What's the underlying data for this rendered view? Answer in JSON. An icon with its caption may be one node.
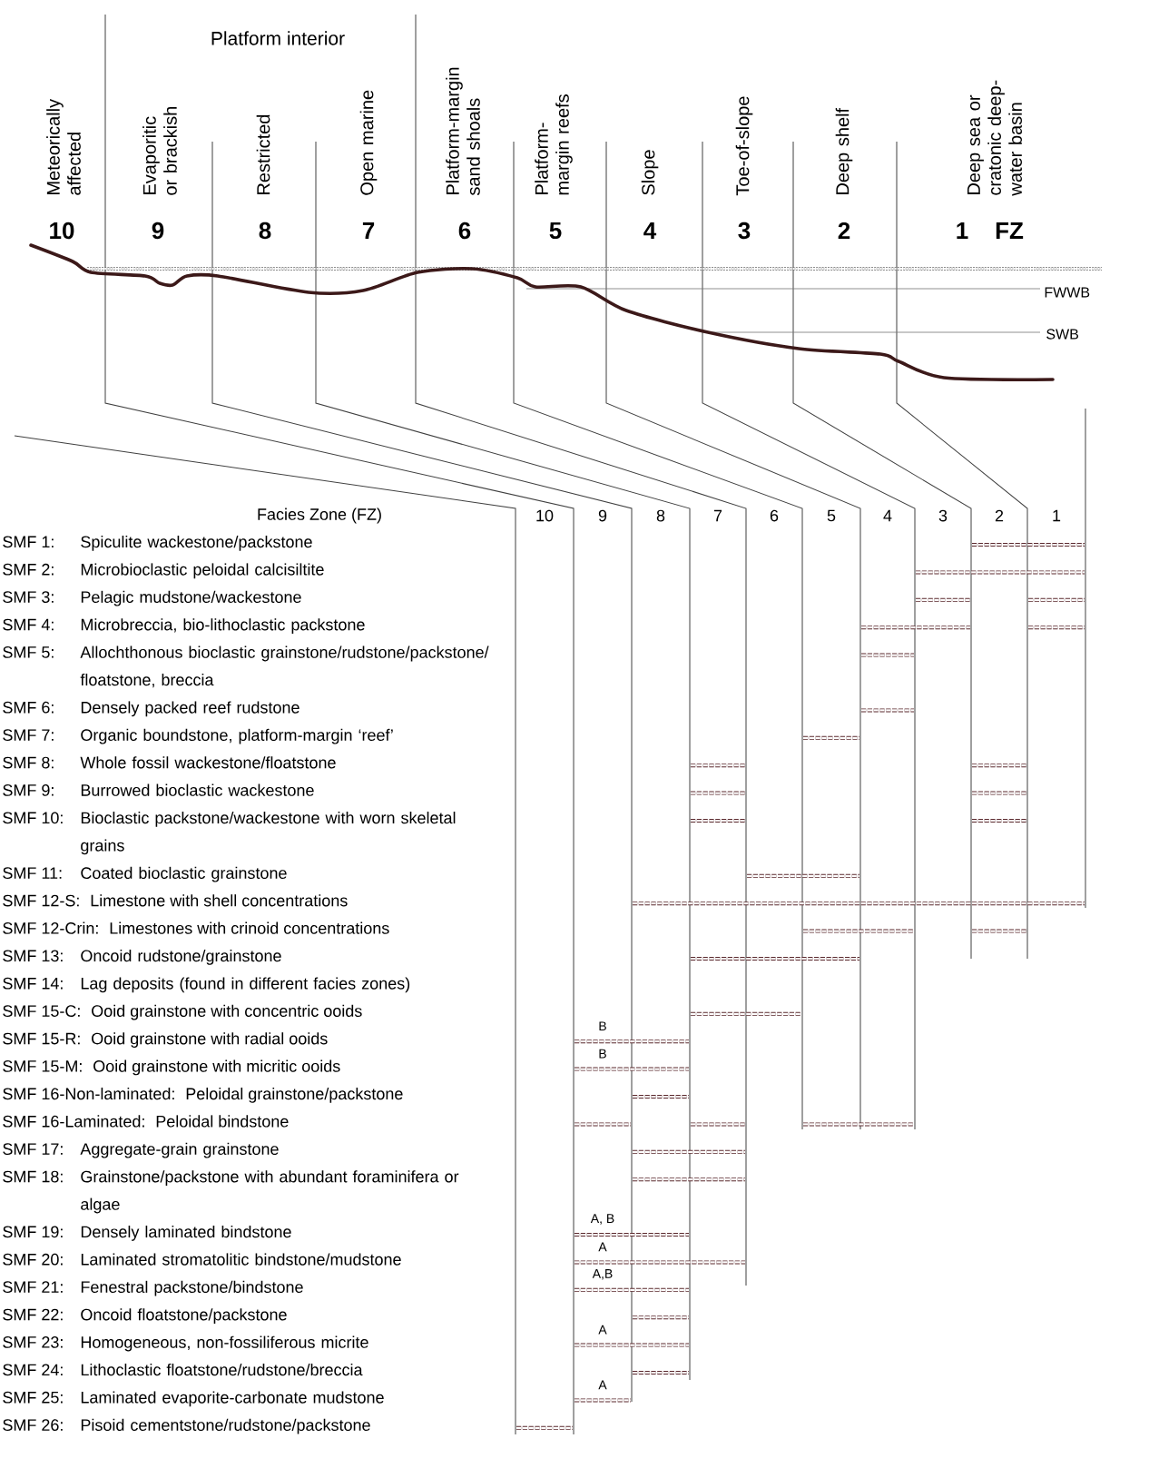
{
  "diagram": {
    "labels": [
      "Platform interior",
      "Meteorically affected",
      "Evaporitic or brackish",
      "Restricted",
      "Open marine",
      "Platform-margin sand shoals",
      "Platform-margin reefs",
      "Slope",
      "Toe-of-slope",
      "Deep shelf",
      "Deep sea or cratonic deep-water basin",
      "10",
      "9",
      "8",
      "7",
      "6",
      "5",
      "4",
      "3",
      "2",
      "1",
      "FZ",
      "FWWB",
      "SWB",
      "Facies Zone (FZ)",
      "10",
      "9",
      "8",
      "7",
      "6",
      "5",
      "4",
      "3",
      "2",
      "1",
      "SMF 1:",
      "Spiculite wackestone/packstone",
      "SMF 2:",
      "Microbioclastic peloidal calcisiltite",
      "SMF 3:",
      "Pelagic mudstone/wackestone",
      "SMF 4:",
      "Microbreccia, bio-lithoclastic packstone",
      "SMF 5:",
      "Allochthonous bioclastic grainstone/rudstone/packstone/floatstone, breccia",
      "SMF 6:",
      "Densely packed reef rudstone",
      "SMF 7:",
      "Organic boundstone, platform-margin ‘reef’",
      "SMF 8:",
      "Whole fossil wackestone/floatstone",
      "SMF 9:",
      "Burrowed bioclastic wackestone",
      "SMF 10:",
      "Bioclastic packstone/wackestone with worn skeletal grains",
      "SMF 11:",
      "Coated bioclastic grainstone",
      "SMF 12-S:",
      "Limestone with shell concentrations",
      "SMF 12-Crin:",
      "Limestones with crinoid concentrations",
      "SMF 13:",
      "Oncoid rudstone/grainstone",
      "SMF 14:",
      "Lag deposits (found in different facies zones)",
      "SMF 15-C:",
      "Ooid grainstone with concentric ooids",
      "SMF 15-R:",
      "Ooid grainstone with radial ooids",
      "B",
      "SMF 15-M:",
      "Ooid grainstone with micritic ooids",
      "B",
      "SMF 16-Non-laminated:",
      "Peloidal grainstone/packstone",
      "SMF 16-Laminated:",
      "Peloidal bindstone",
      "SMF 17:",
      "Aggregate-grain grainstone",
      "SMF 18:",
      "Grainstone/packstone with abundant foraminifera or algae",
      "SMF 19:",
      "Densely laminated bindstone",
      "A, B",
      "SMF 20:",
      "Laminated stromatolitic bindstone/mudstone",
      "A",
      "SMF 21:",
      "Fenestral packstone/bindstone",
      "A,B",
      "SMF 22:",
      "Oncoid floatstone/packstone",
      "SMF 23:",
      "Homogeneous, non-fossiliferous micrite",
      "A",
      "SMF 24:",
      "Lithoclastic floatstone/rudstone/breccia",
      "SMF 25:",
      "Laminated evaporite-carbonate mudstone",
      "A",
      "SMF 26:",
      "Pisoid cementstone/rudstone/packstone"
    ]
  }
}
